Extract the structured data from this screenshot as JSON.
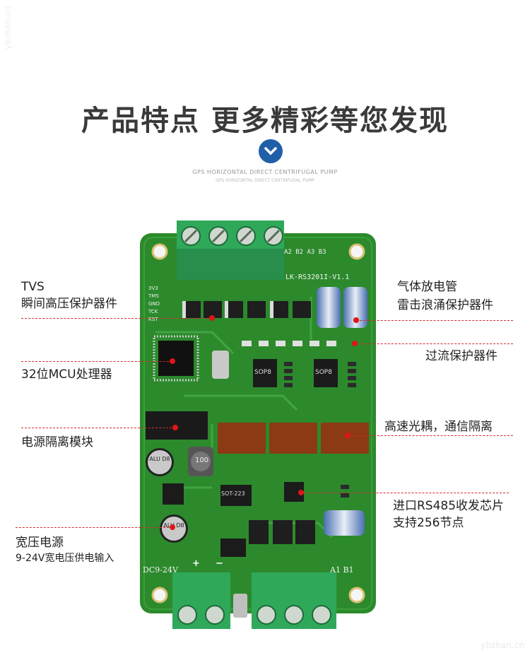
{
  "header": {
    "title": "产品特点 更多精彩等您发现",
    "subtitle_1": "GPS HORIZONTAL DIRECT CENTRIFUGAL PUMP",
    "subtitle_2": "GPS HORIZONTAL DIRECT CENTRIFUGAL PUMP"
  },
  "board": {
    "model": "LK-RS3201I-V1.1",
    "power_input": "DC9-24V",
    "terminals_top": "A2 B2 A3 B3",
    "terminals_bottom": "A1 B1",
    "pins": [
      "3V3",
      "TMS",
      "GND",
      "TCK",
      "RST"
    ],
    "chips": [
      "SOP8",
      "SOP8",
      "SOT-223"
    ],
    "cap_label": "ALU D8",
    "inductor": "100",
    "plus": "+",
    "minus": "−"
  },
  "callouts": {
    "tvs_title": "TVS",
    "tvs_desc": "瞬间高压保护器件",
    "mcu": "32位MCU处理器",
    "power_iso": "电源隔离模块",
    "wide_title": "宽压电源",
    "wide_desc": "9-24V宽电压供电输入",
    "gas_title": "气体放电管",
    "gas_desc": "雷击浪涌保护器件",
    "overcurrent": "过流保护器件",
    "optocoupler": "高速光耦，通信隔离",
    "rs485_title": "进口RS485收发芯片",
    "rs485_desc": "支持256节点"
  },
  "colors": {
    "pcb": "#2c8a2c",
    "pcb_dark": "#1d6b1d",
    "terminal": "#2fa85a",
    "accent_red": "#e01515",
    "chevron_blue": "#1f5fa8"
  },
  "watermark": "ybzhan.cn"
}
